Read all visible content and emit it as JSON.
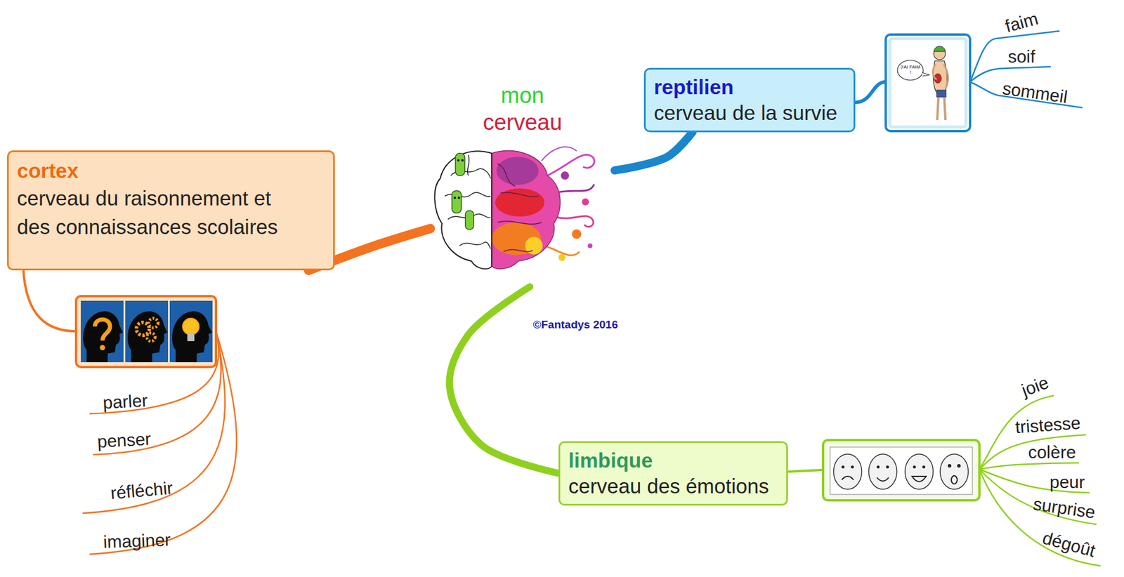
{
  "diagram": {
    "nodes": [
      {
        "text": [
          "mon",
          "cerveau"
        ]
      },
      {
        "text": [
          "reptilien",
          "cerveau de la survie"
        ]
      },
      {
        "text": [
          "cortex",
          "cerveau du raisonnement et des connaissances scolaires"
        ]
      },
      {
        "text": [
          "limbique",
          "cerveau des émotions"
        ]
      }
    ],
    "edges": [
      {
        "from": 0,
        "to": 1,
        "arrow": "none"
      },
      {
        "from": 0,
        "to": 2,
        "arrow": "none"
      },
      {
        "from": 0,
        "to": 3,
        "arrow": "none"
      }
    ],
    "labels": [
      "faim",
      "soif",
      "sommeil",
      "parler",
      "penser",
      "réfléchir",
      "imaginer",
      "joie",
      "tristesse",
      "colère",
      "peur",
      "surprise",
      "dégoût",
      "©Fantadys 2016",
      "J'AI FAIM !"
    ]
  }
}
